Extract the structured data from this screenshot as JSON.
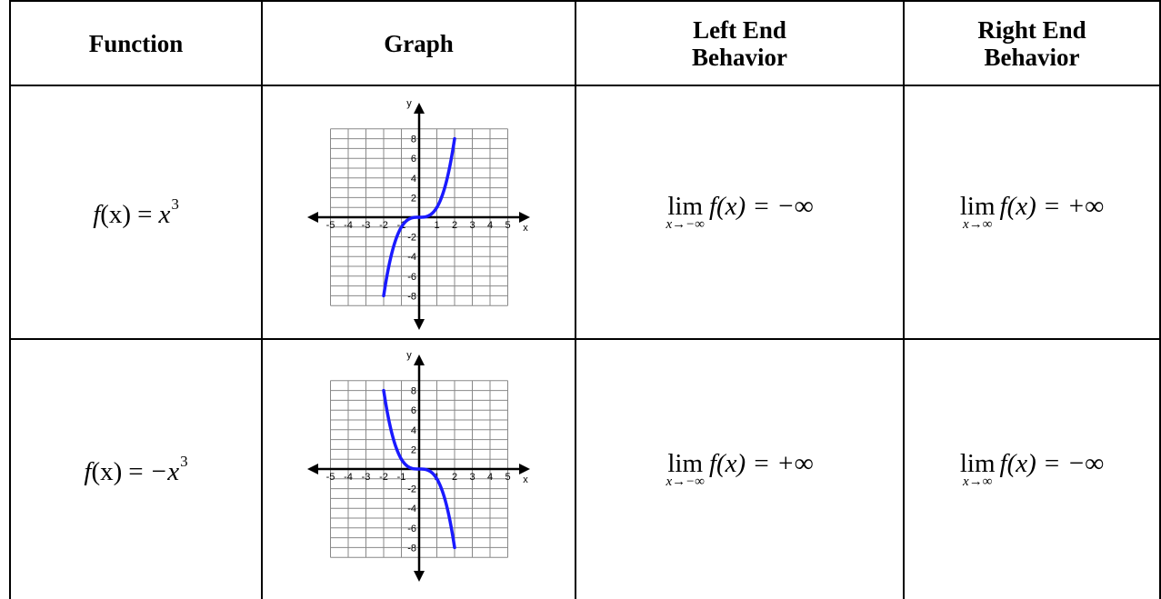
{
  "headers": {
    "function": "Function",
    "graph": "Graph",
    "left_line1": "Left End",
    "left_line2": "Behavior",
    "right_line1": "Right End",
    "right_line2": "Behavior"
  },
  "graph_labels": {
    "x_axis": "x",
    "y_axis": "y",
    "x_ticks": [
      "-5",
      "-4",
      "-3",
      "-2",
      "-1",
      "1",
      "2",
      "3",
      "4",
      "5"
    ],
    "y_ticks": [
      "8",
      "6",
      "4",
      "2",
      "-2",
      "-4",
      "-6",
      "-8"
    ]
  },
  "rows": [
    {
      "func_name": "f",
      "func_arg": "(x)",
      "func_eq": "=",
      "func_rhs": "x",
      "func_exp": "3",
      "left_lim_word": "lim",
      "left_lim_sub": "x→−∞",
      "left_lim_expr": "f(x) = −∞",
      "right_lim_word": "lim",
      "right_lim_sub": "x→∞",
      "right_lim_expr": "f(x) = +∞",
      "curve_sign": 1
    },
    {
      "func_name": "f",
      "func_arg": "(x)",
      "func_eq": "=",
      "func_rhs": "−x",
      "func_exp": "3",
      "left_lim_word": "lim",
      "left_lim_sub": "x→−∞",
      "left_lim_expr": "f(x) = +∞",
      "right_lim_word": "lim",
      "right_lim_sub": "x→∞",
      "right_lim_expr": "f(x) = −∞",
      "curve_sign": -1
    }
  ],
  "colors": {
    "curve": "#1a1aff",
    "grid": "#888888",
    "border": "#000000"
  }
}
